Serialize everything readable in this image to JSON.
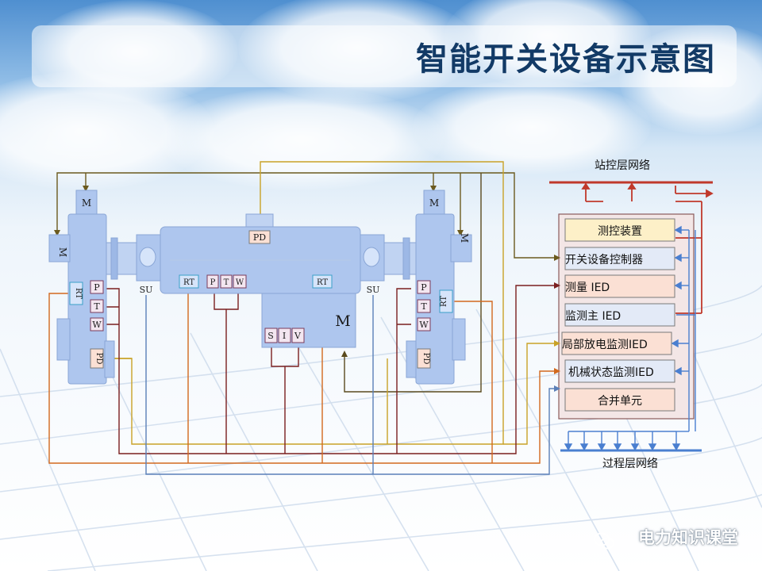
{
  "title": "智能开关设备示意图",
  "footer": "电力知识课堂",
  "equipment": {
    "motor_left": "M",
    "motor_right": "M",
    "motor_side_left": "M",
    "motor_side_right": "M",
    "main_motor": "M",
    "pd_top": "PD",
    "pd_left": "PD",
    "pd_right": "PD",
    "su_left": "SU",
    "su_right": "SU",
    "rt_left": "RT",
    "rt_right": "RT",
    "rt_bus_left": "RT",
    "rt_bus_right": "RT",
    "p": "P",
    "t": "T",
    "w": "W",
    "s": "S",
    "i": "I",
    "v": "V"
  },
  "ied_panel": {
    "station_network": "站控层网络",
    "process_network": "过程层网络",
    "devices": [
      "测控装置",
      "开关设备控制器",
      "测量 IED",
      "监测主 IED",
      "局部放电监测IED",
      "机械状态监测IED",
      "合并单元"
    ]
  },
  "colors": {
    "title": "#123a66",
    "equipment": "#a9c3ec",
    "station_bus": "#c0392b",
    "process_bus": "#4a7fd0",
    "wire_yellow": "#c9a227",
    "wire_darkred": "#7a1f1f",
    "wire_orange": "#d2691e",
    "wire_brown": "#8a5a2b",
    "wire_blue": "#5a7fb8"
  }
}
